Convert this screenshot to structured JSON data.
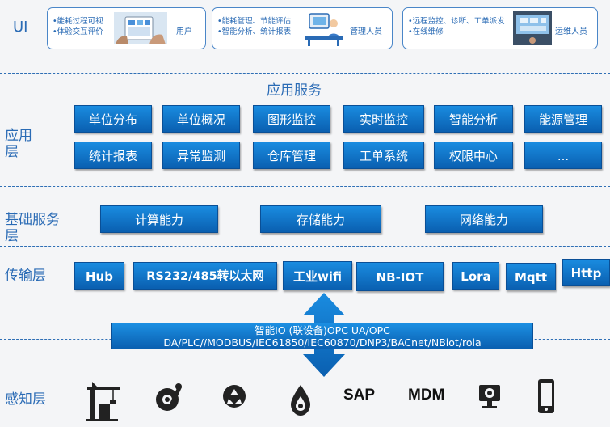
{
  "layers": {
    "ui": "UI",
    "app": "应用\n层",
    "base": "基础服务\n层",
    "transport": "传输层",
    "perception": "感知层"
  },
  "ui_cards": [
    {
      "bullets": [
        "•能耗过程可视",
        "•体验交互评价"
      ],
      "role": "用户"
    },
    {
      "bullets": [
        "•能耗管理、节能评估",
        "•智能分析、统计报表"
      ],
      "role": "管理人员"
    },
    {
      "bullets": [
        "•远程监控、诊断、工单派发",
        "•在线维修"
      ],
      "role": "运维人员"
    }
  ],
  "app_services": {
    "title": "应用服务",
    "row1": [
      "单位分布",
      "单位概况",
      "图形监控",
      "实时监控",
      "智能分析",
      "能源管理"
    ],
    "row2": [
      "统计报表",
      "异常监测",
      "仓库管理",
      "工单系统",
      "权限中心",
      "..."
    ]
  },
  "base_services": [
    "计算能力",
    "存储能力",
    "网络能力"
  ],
  "transport": [
    "Hub",
    "RS232/485转以太网",
    "工业wifi",
    "NB-IOT",
    "Lora",
    "Mqtt",
    "Http"
  ],
  "protocol_banner": {
    "line1": "智能IO (联设备)OPC UA/OPC",
    "line2": "DA/PLC//MODBUS/IEC61850/IEC60870/DNP3/BACnet/NBiot/rola"
  },
  "sensing": [
    {
      "icon": "crane-icon"
    },
    {
      "icon": "tire-wrench-icon"
    },
    {
      "icon": "recycle-icon"
    },
    {
      "icon": "oil-drop-icon"
    },
    {
      "text": "SAP"
    },
    {
      "text": "MDM"
    },
    {
      "icon": "computer-gear-icon"
    },
    {
      "icon": "mobile-phone-icon"
    }
  ],
  "colors": {
    "accent": "#2a6bb5",
    "button_top": "#1a8ce0",
    "button_bottom": "#0a5fb0",
    "divider": "#2f6fb5"
  }
}
